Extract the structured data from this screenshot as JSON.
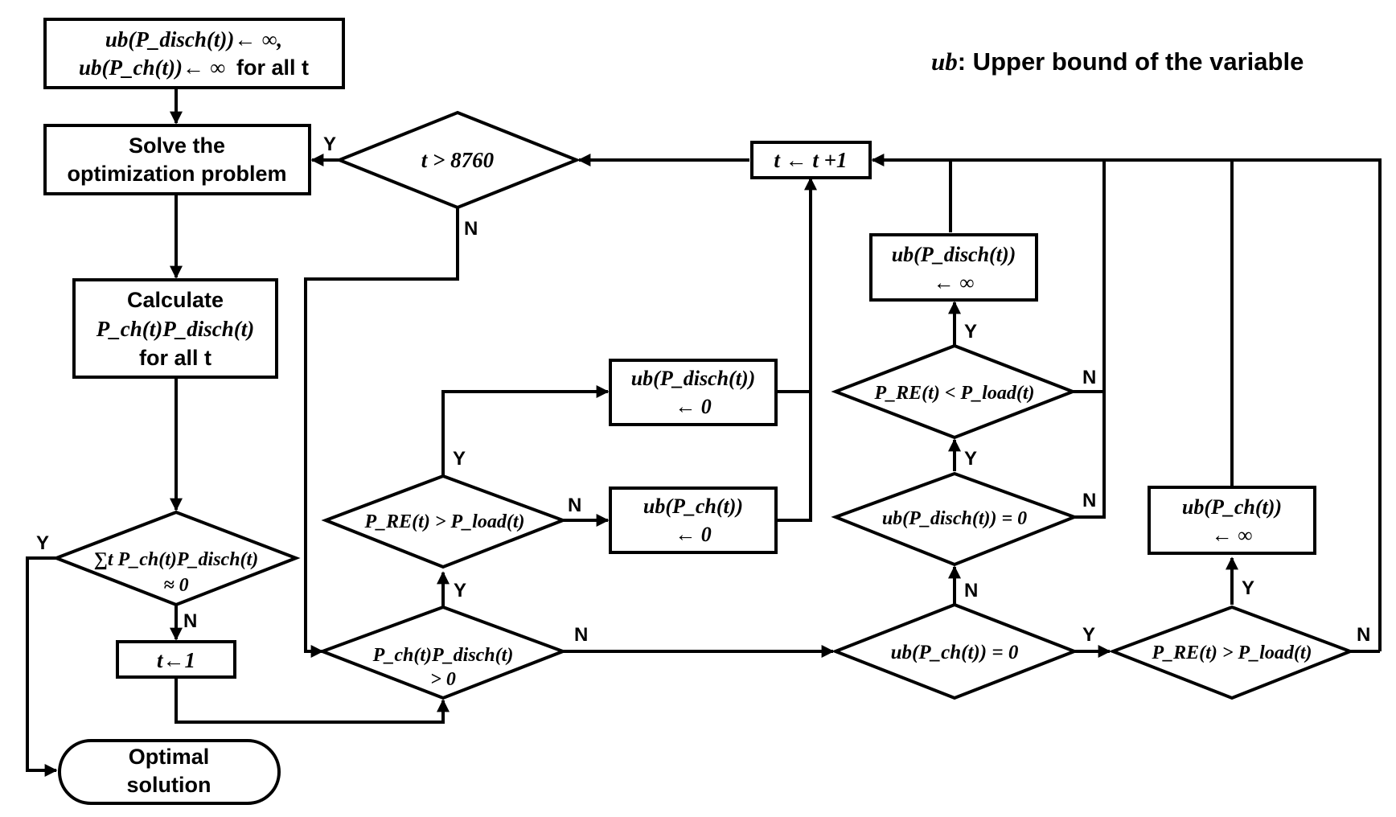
{
  "legend": {
    "sym": "ub",
    "text": ": Upper bound of the variable"
  },
  "nodes": {
    "init": {
      "line1": "ub(P_disch(t))← ∞,",
      "line2_math": "ub(P_ch(t))← ∞",
      "line2_text": "for all t"
    },
    "solve": {
      "line1": "Solve the",
      "line2": "optimization problem"
    },
    "calc": {
      "line1": "Calculate",
      "line2": "P_ch(t)P_disch(t)",
      "line3": "for all t"
    },
    "sum_check": {
      "line1": "∑t P_ch(t)P_disch(t)",
      "line2": "≈ 0"
    },
    "t_init": {
      "text": "t←1"
    },
    "optimal": {
      "line1": "Optimal",
      "line2": "solution"
    },
    "t_check": {
      "text": "t > 8760"
    },
    "t_inc": {
      "text": "t ← t +1"
    },
    "prod_check": {
      "line1": "P_ch(t)P_disch(t)",
      "line2": "> 0"
    },
    "re_load_1": {
      "text": "P_RE(t) > P_load(t)"
    },
    "set_disch_0": {
      "line1": "ub(P_disch(t))",
      "line2": "← 0"
    },
    "set_ch_0": {
      "line1": "ub(P_ch(t))",
      "line2": "← 0"
    },
    "ub_ch_zero": {
      "text": "ub(P_ch(t)) = 0"
    },
    "ub_disch_zero": {
      "text": "ub(P_disch(t)) = 0"
    },
    "re_load_less": {
      "text": "P_RE(t) < P_load(t)"
    },
    "set_disch_inf": {
      "line1": "ub(P_disch(t))",
      "line2": "← ∞"
    },
    "re_load_2": {
      "text": "P_RE(t) > P_load(t)"
    },
    "set_ch_inf": {
      "line1": "ub(P_ch(t))",
      "line2": "← ∞"
    }
  },
  "edge_labels": {
    "yes": "Y",
    "no": "N"
  }
}
